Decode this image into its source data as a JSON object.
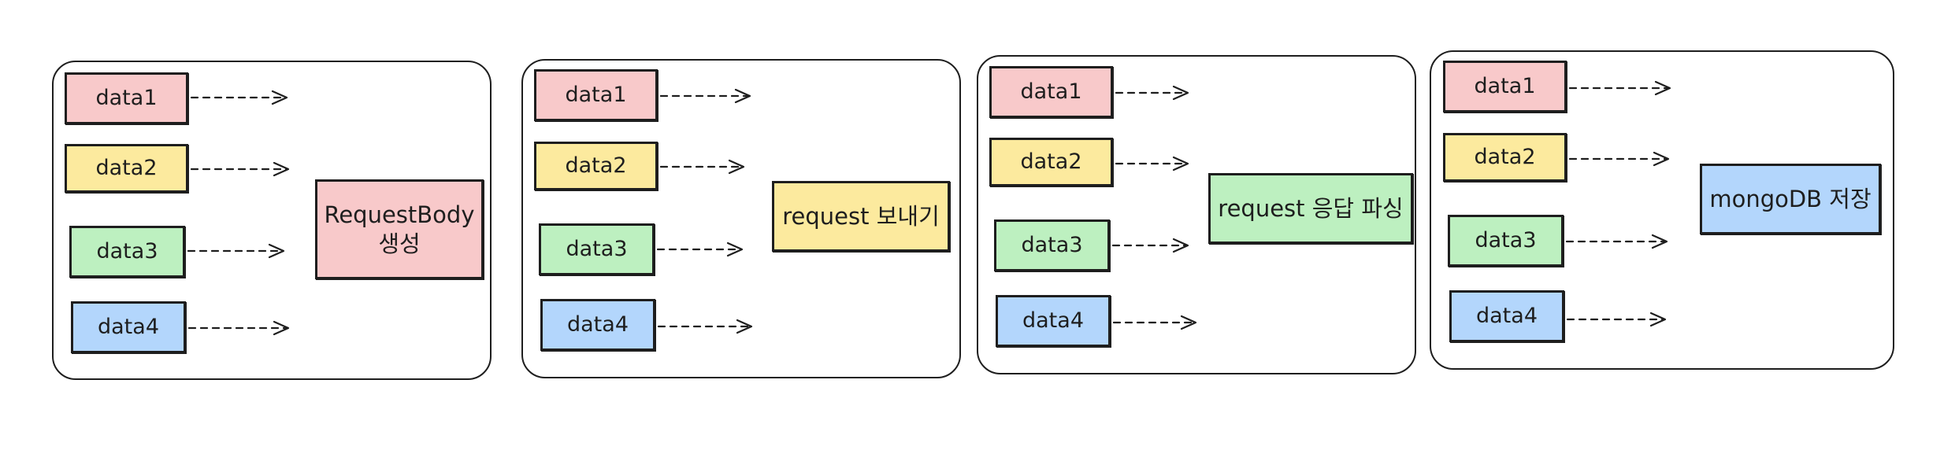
{
  "colors": {
    "pink": "#f8c9ca",
    "yellow": "#fcea9e",
    "green": "#bdf0c0",
    "blue": "#b3d6fc",
    "stroke": "#1e1e1e"
  },
  "panels": [
    {
      "inputs": [
        {
          "label": "data1",
          "color": "pink"
        },
        {
          "label": "data2",
          "color": "yellow"
        },
        {
          "label": "data3",
          "color": "green"
        },
        {
          "label": "data4",
          "color": "blue"
        }
      ],
      "stage": {
        "line1": "RequestBody",
        "line2": "생성",
        "color": "pink"
      }
    },
    {
      "inputs": [
        {
          "label": "data1",
          "color": "pink"
        },
        {
          "label": "data2",
          "color": "yellow"
        },
        {
          "label": "data3",
          "color": "green"
        },
        {
          "label": "data4",
          "color": "blue"
        }
      ],
      "stage": {
        "line1": "request 보내기",
        "line2": "",
        "color": "yellow"
      }
    },
    {
      "inputs": [
        {
          "label": "data1",
          "color": "pink"
        },
        {
          "label": "data2",
          "color": "yellow"
        },
        {
          "label": "data3",
          "color": "green"
        },
        {
          "label": "data4",
          "color": "blue"
        }
      ],
      "stage": {
        "line1": "request 응답 파싱",
        "line2": "",
        "color": "green"
      }
    },
    {
      "inputs": [
        {
          "label": "data1",
          "color": "pink"
        },
        {
          "label": "data2",
          "color": "yellow"
        },
        {
          "label": "data3",
          "color": "green"
        },
        {
          "label": "data4",
          "color": "blue"
        }
      ],
      "stage": {
        "line1": "mongoDB 저장",
        "line2": "",
        "color": "blue"
      }
    }
  ]
}
